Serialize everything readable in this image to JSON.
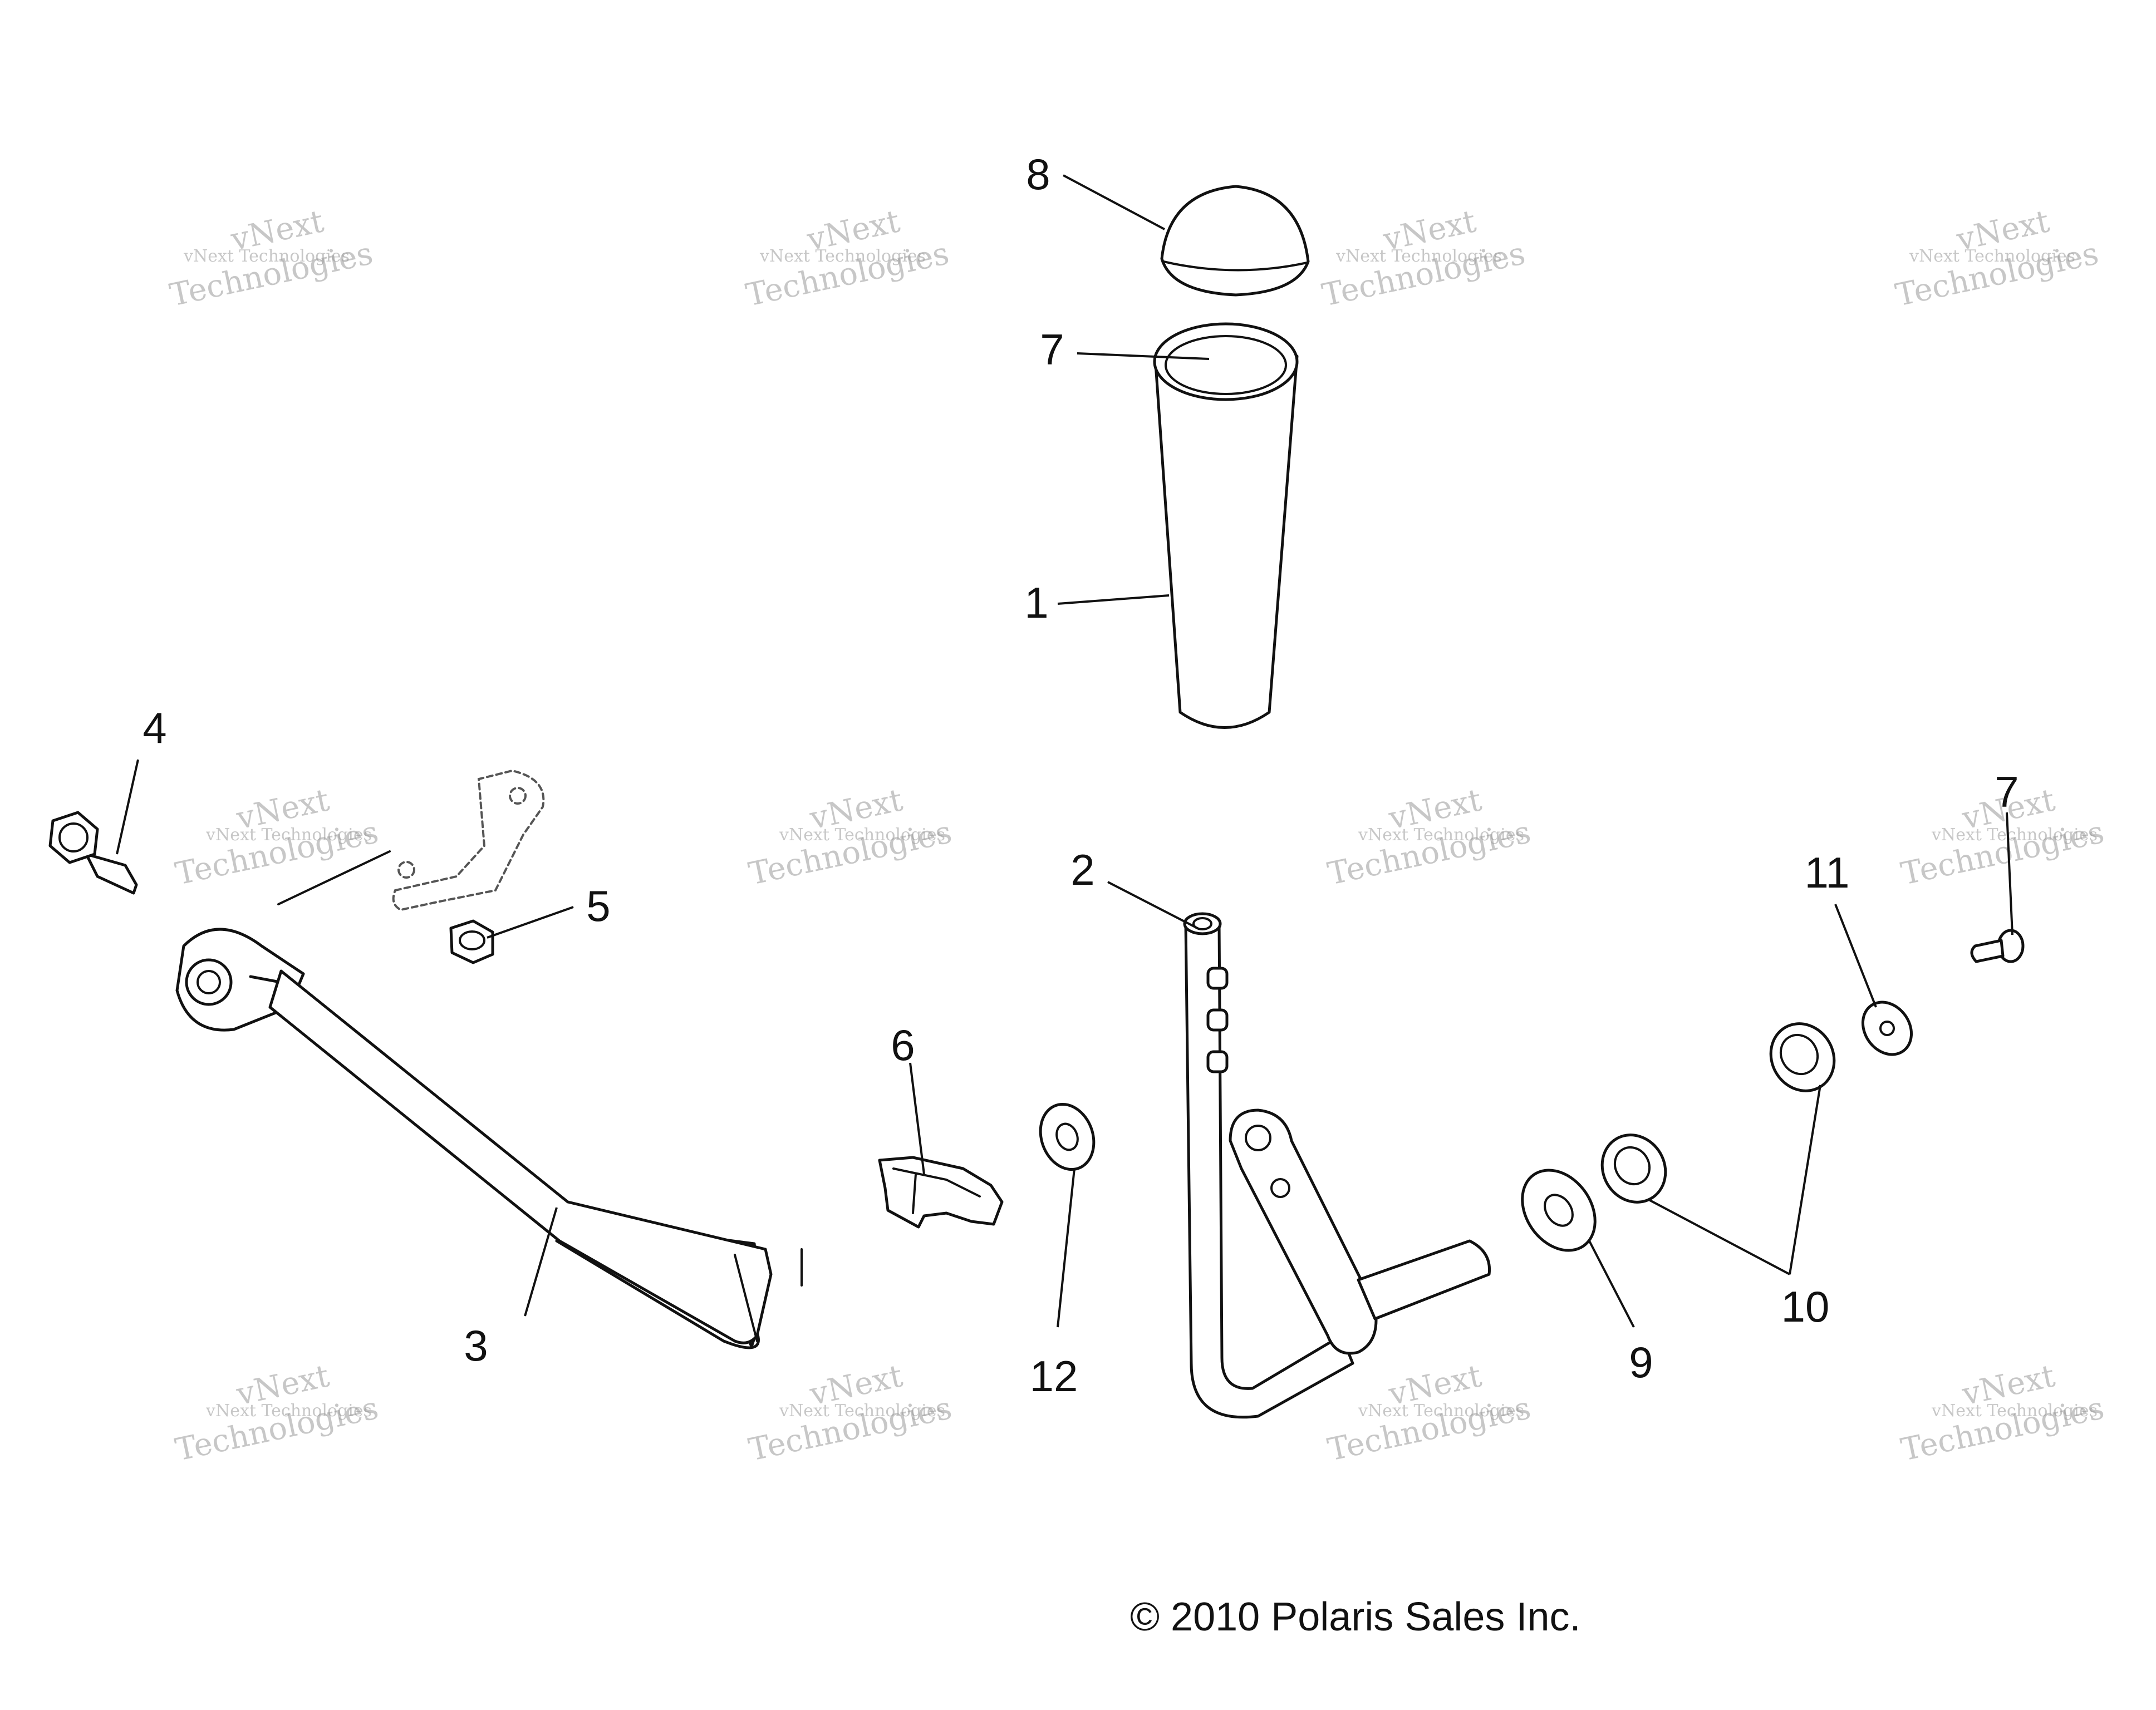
{
  "diagram": {
    "callouts": {
      "c1": "1",
      "c2": "2",
      "c3": "3",
      "c4": "4",
      "c5": "5",
      "c6": "6",
      "c7a": "7",
      "c7b": "7",
      "c8": "8",
      "c9": "9",
      "c10": "10",
      "c11": "11",
      "c12": "12"
    },
    "copyright": "© 2010 Polaris Sales Inc."
  },
  "watermark": {
    "line1": "vNext Technologies",
    "line2": "vNext",
    "line3": "Technologies"
  },
  "colors": {
    "line": "#111111",
    "watermark": "#9a9a9a",
    "background": "#ffffff"
  }
}
